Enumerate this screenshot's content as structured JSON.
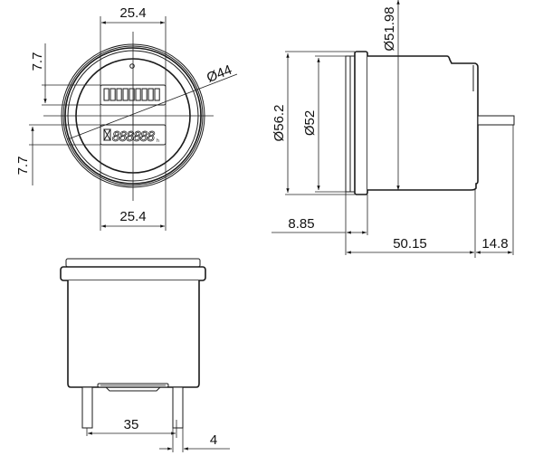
{
  "diagram": {
    "type": "technical-dimension-drawing",
    "subject": "round panel hour meter with LCD display",
    "units": "mm",
    "stroke_color": "#1a1a1a",
    "background": "#ffffff"
  },
  "front_view": {
    "dimensions": {
      "window_width_top": "25.4",
      "window_width_bottom": "25.4",
      "upper_window_height": "7.7",
      "lower_window_height": "7.7",
      "inner_diameter": "Ø44"
    },
    "upper_display": {
      "segments": 10,
      "description": "bar indicator segments"
    },
    "lower_display": {
      "digits": "8888888",
      "description": "7-digit LCD with hourglass icon"
    }
  },
  "side_view": {
    "dimensions": {
      "bezel_diameter": "Ø56.2",
      "flange_diameter": "Ø52",
      "body_diameter": "Ø51.98",
      "bezel_depth": "8.85",
      "body_length": "50.15",
      "terminal_length": "14.8"
    }
  },
  "bottom_view": {
    "dimensions": {
      "terminal_spacing": "35",
      "terminal_width": "4"
    }
  }
}
